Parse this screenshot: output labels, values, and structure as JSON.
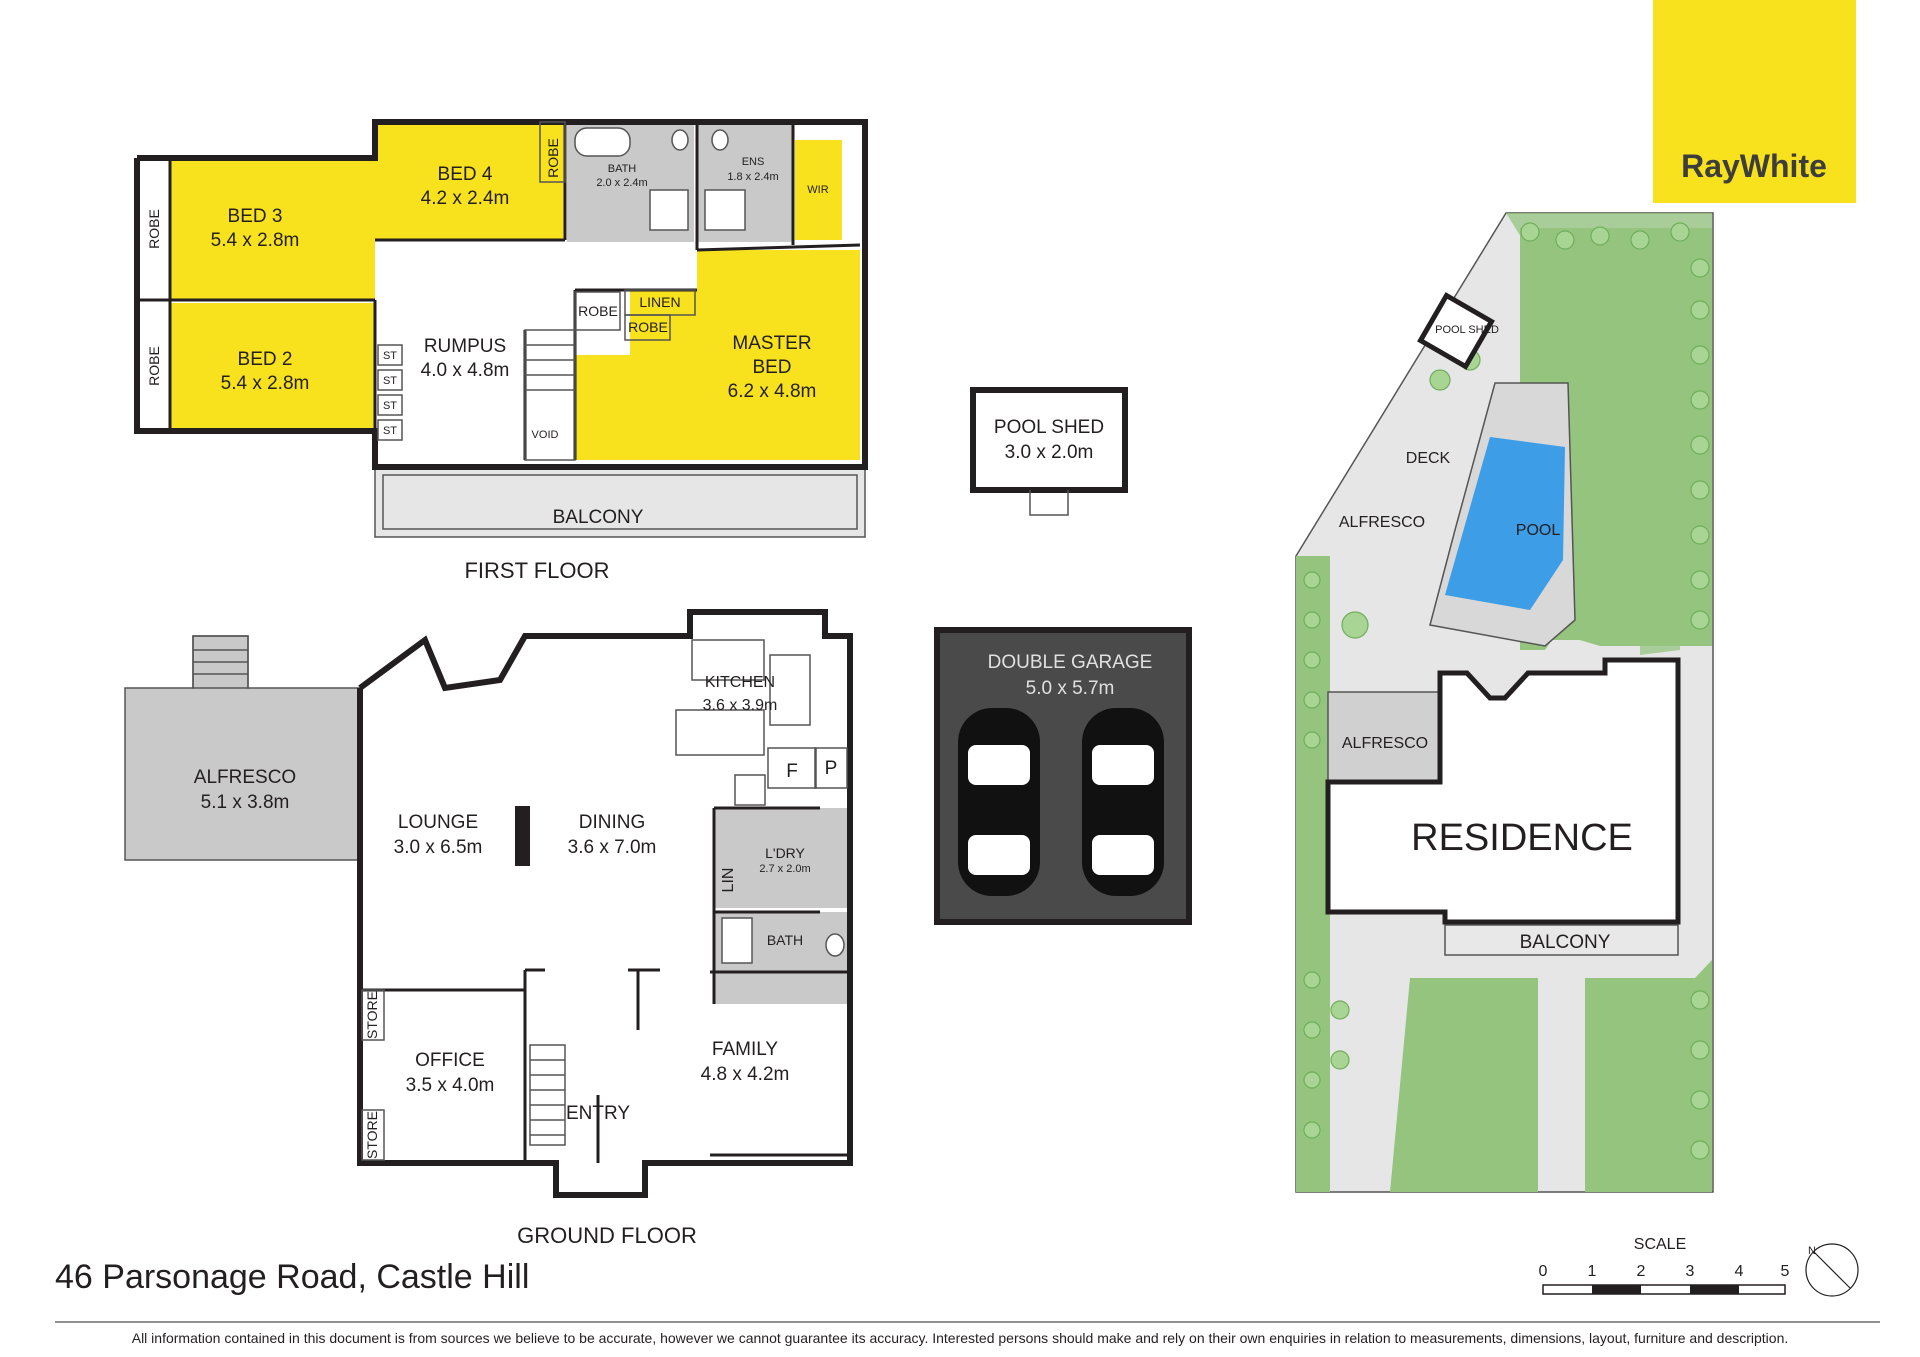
{
  "brand": {
    "logo_text": "RayWhite",
    "color": "#f8e11d"
  },
  "first_floor": {
    "title": "FIRST FLOOR",
    "rooms": {
      "bed3": {
        "name": "BED 3",
        "size": "5.4 x 2.8m"
      },
      "bed2": {
        "name": "BED 2",
        "size": "5.4 x 2.8m"
      },
      "bed4": {
        "name": "BED 4",
        "size": "4.2 x 2.4m"
      },
      "bath": {
        "name": "BATH",
        "size": "2.0 x 2.4m"
      },
      "ens": {
        "name": "ENS",
        "size": "1.8 x 2.4m"
      },
      "wir": {
        "name": "WIR"
      },
      "rumpus": {
        "name": "RUMPUS",
        "size": "4.0 x 4.8m"
      },
      "master": {
        "name": "MASTER",
        "name2": "BED",
        "size": "6.2 x 4.8m"
      },
      "linen": {
        "name": "LINEN"
      },
      "robe": {
        "name": "ROBE"
      },
      "st": {
        "name": "ST"
      },
      "void": {
        "name": "VOID"
      },
      "balcony": {
        "name": "BALCONY"
      }
    }
  },
  "pool_shed": {
    "name": "POOL SHED",
    "size": "3.0 x 2.0m"
  },
  "garage": {
    "name": "DOUBLE GARAGE",
    "size": "5.0 x 5.7m"
  },
  "ground_floor": {
    "title": "GROUND FLOOR",
    "rooms": {
      "alfresco": {
        "name": "ALFRESCO",
        "size": "5.1 x 3.8m"
      },
      "lounge": {
        "name": "LOUNGE",
        "size": "3.0 x 6.5m"
      },
      "dining": {
        "name": "DINING",
        "size": "3.6 x 7.0m"
      },
      "kitchen": {
        "name": "KITCHEN",
        "size": "3.6 x 3.9m"
      },
      "laundry": {
        "name": "L'DRY",
        "size": "2.7 x 2.0m"
      },
      "lin": {
        "name": "LIN"
      },
      "f": {
        "name": "F"
      },
      "p": {
        "name": "P"
      },
      "bath": {
        "name": "BATH"
      },
      "office": {
        "name": "OFFICE",
        "size": "3.5 x 4.0m"
      },
      "store": {
        "name": "STORE"
      },
      "family": {
        "name": "FAMILY",
        "size": "4.8 x 4.2m"
      },
      "entry": {
        "name": "ENTRY"
      }
    }
  },
  "site_plan": {
    "pool_shed": "POOL SHED",
    "deck": "DECK",
    "alfresco": "ALFRESCO",
    "pool": "POOL",
    "residence": "RESIDENCE",
    "balcony": "BALCONY"
  },
  "address": "46 Parsonage Road, Castle Hill",
  "scale": {
    "label": "SCALE",
    "ticks": [
      "0",
      "1",
      "2",
      "3",
      "4",
      "5"
    ],
    "north": "N"
  },
  "disclaimer": "All information contained in this document is from sources we believe to be accurate, however we cannot guarantee its accuracy. Interested persons should make and rely on their own enquiries in relation to measurements, dimensions, layout, furniture and description."
}
